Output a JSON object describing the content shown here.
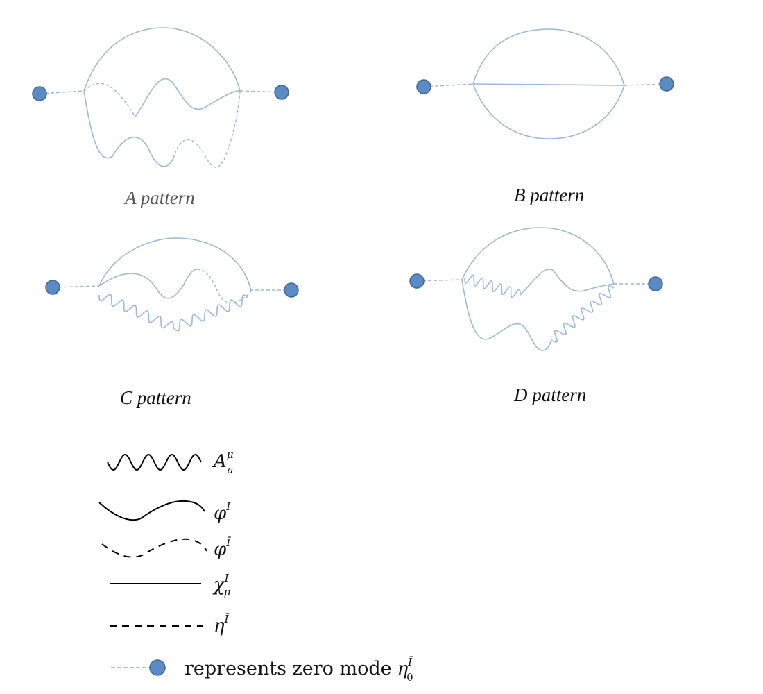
{
  "captions": {
    "a": "A pattern",
    "b": "B pattern",
    "c": "C pattern",
    "d": "D pattern"
  },
  "legend": {
    "gauge": {
      "base": "A",
      "sub": "a",
      "sup": "μ"
    },
    "phi": {
      "base": "φ",
      "sup": "I"
    },
    "phibar": {
      "base": "φ",
      "sup": "Ī"
    },
    "chi": {
      "base": "χ",
      "sub": "μ",
      "sup": "I"
    },
    "eta": {
      "base": "η",
      "sup": "Ī"
    },
    "zero_mode": {
      "text": "represents zero mode",
      "base": "η",
      "sub": "0",
      "sup": "Ī"
    }
  },
  "colors": {
    "propagator": "#9ab8d8",
    "vertex_fill": "#5b8ac4",
    "vertex_stroke": "#41698f",
    "legend_line": "#000000"
  }
}
